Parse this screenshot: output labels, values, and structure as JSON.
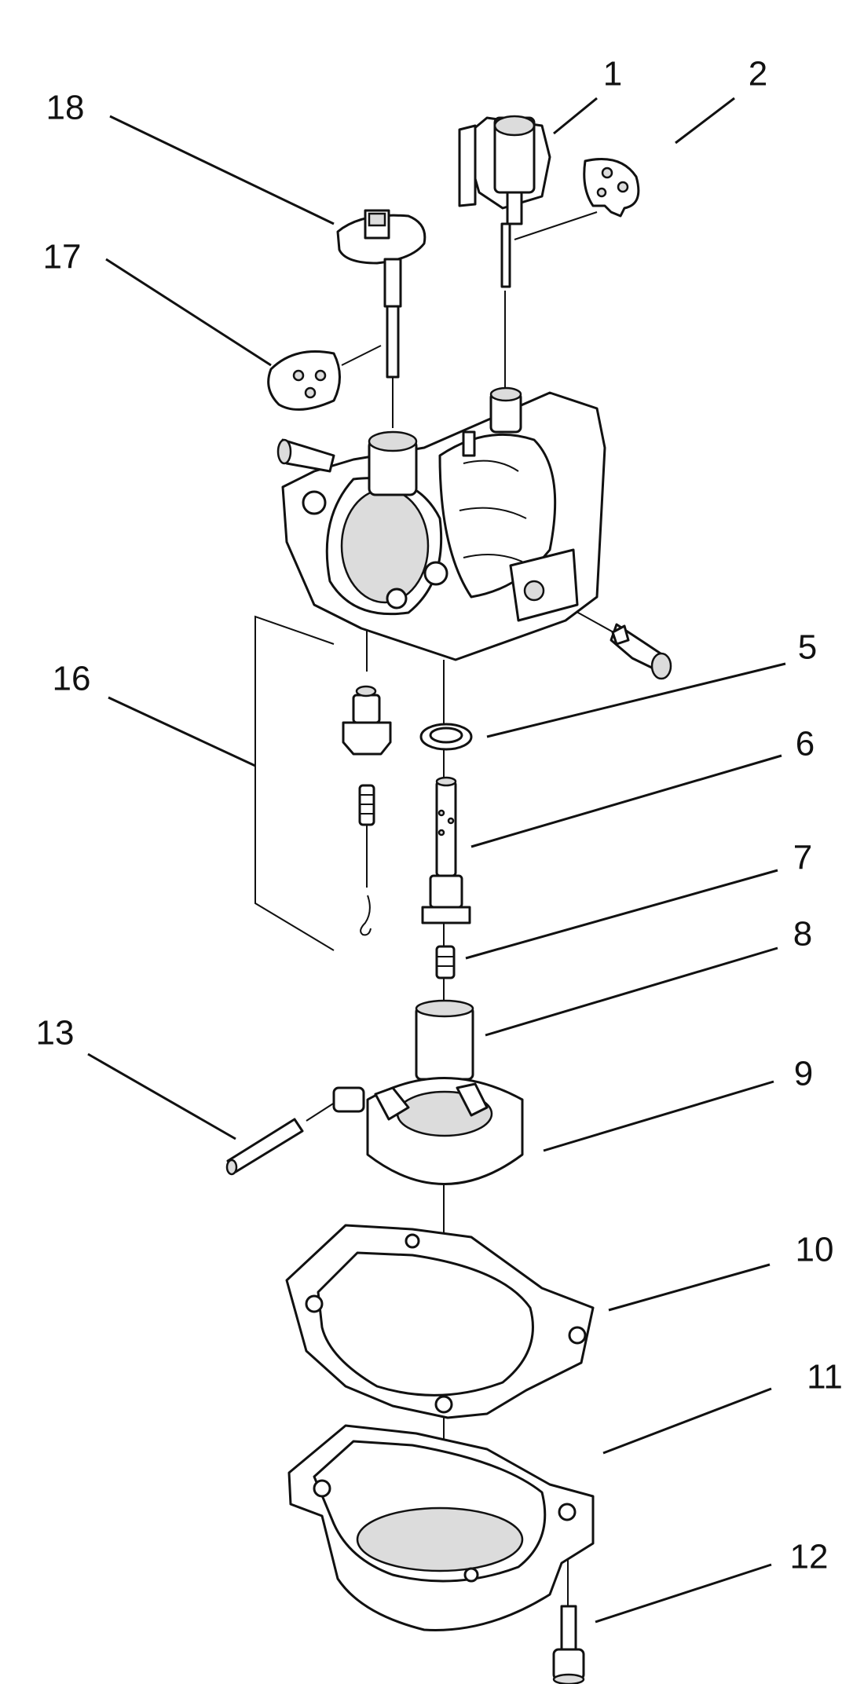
{
  "callouts": {
    "c1": "1",
    "c2": "2",
    "c5": "5",
    "c6": "6",
    "c7": "7",
    "c8": "8",
    "c9": "9",
    "c10": "10",
    "c11": "11",
    "c12": "12",
    "c13": "13",
    "c16": "16",
    "c17": "17",
    "c18": "18"
  }
}
